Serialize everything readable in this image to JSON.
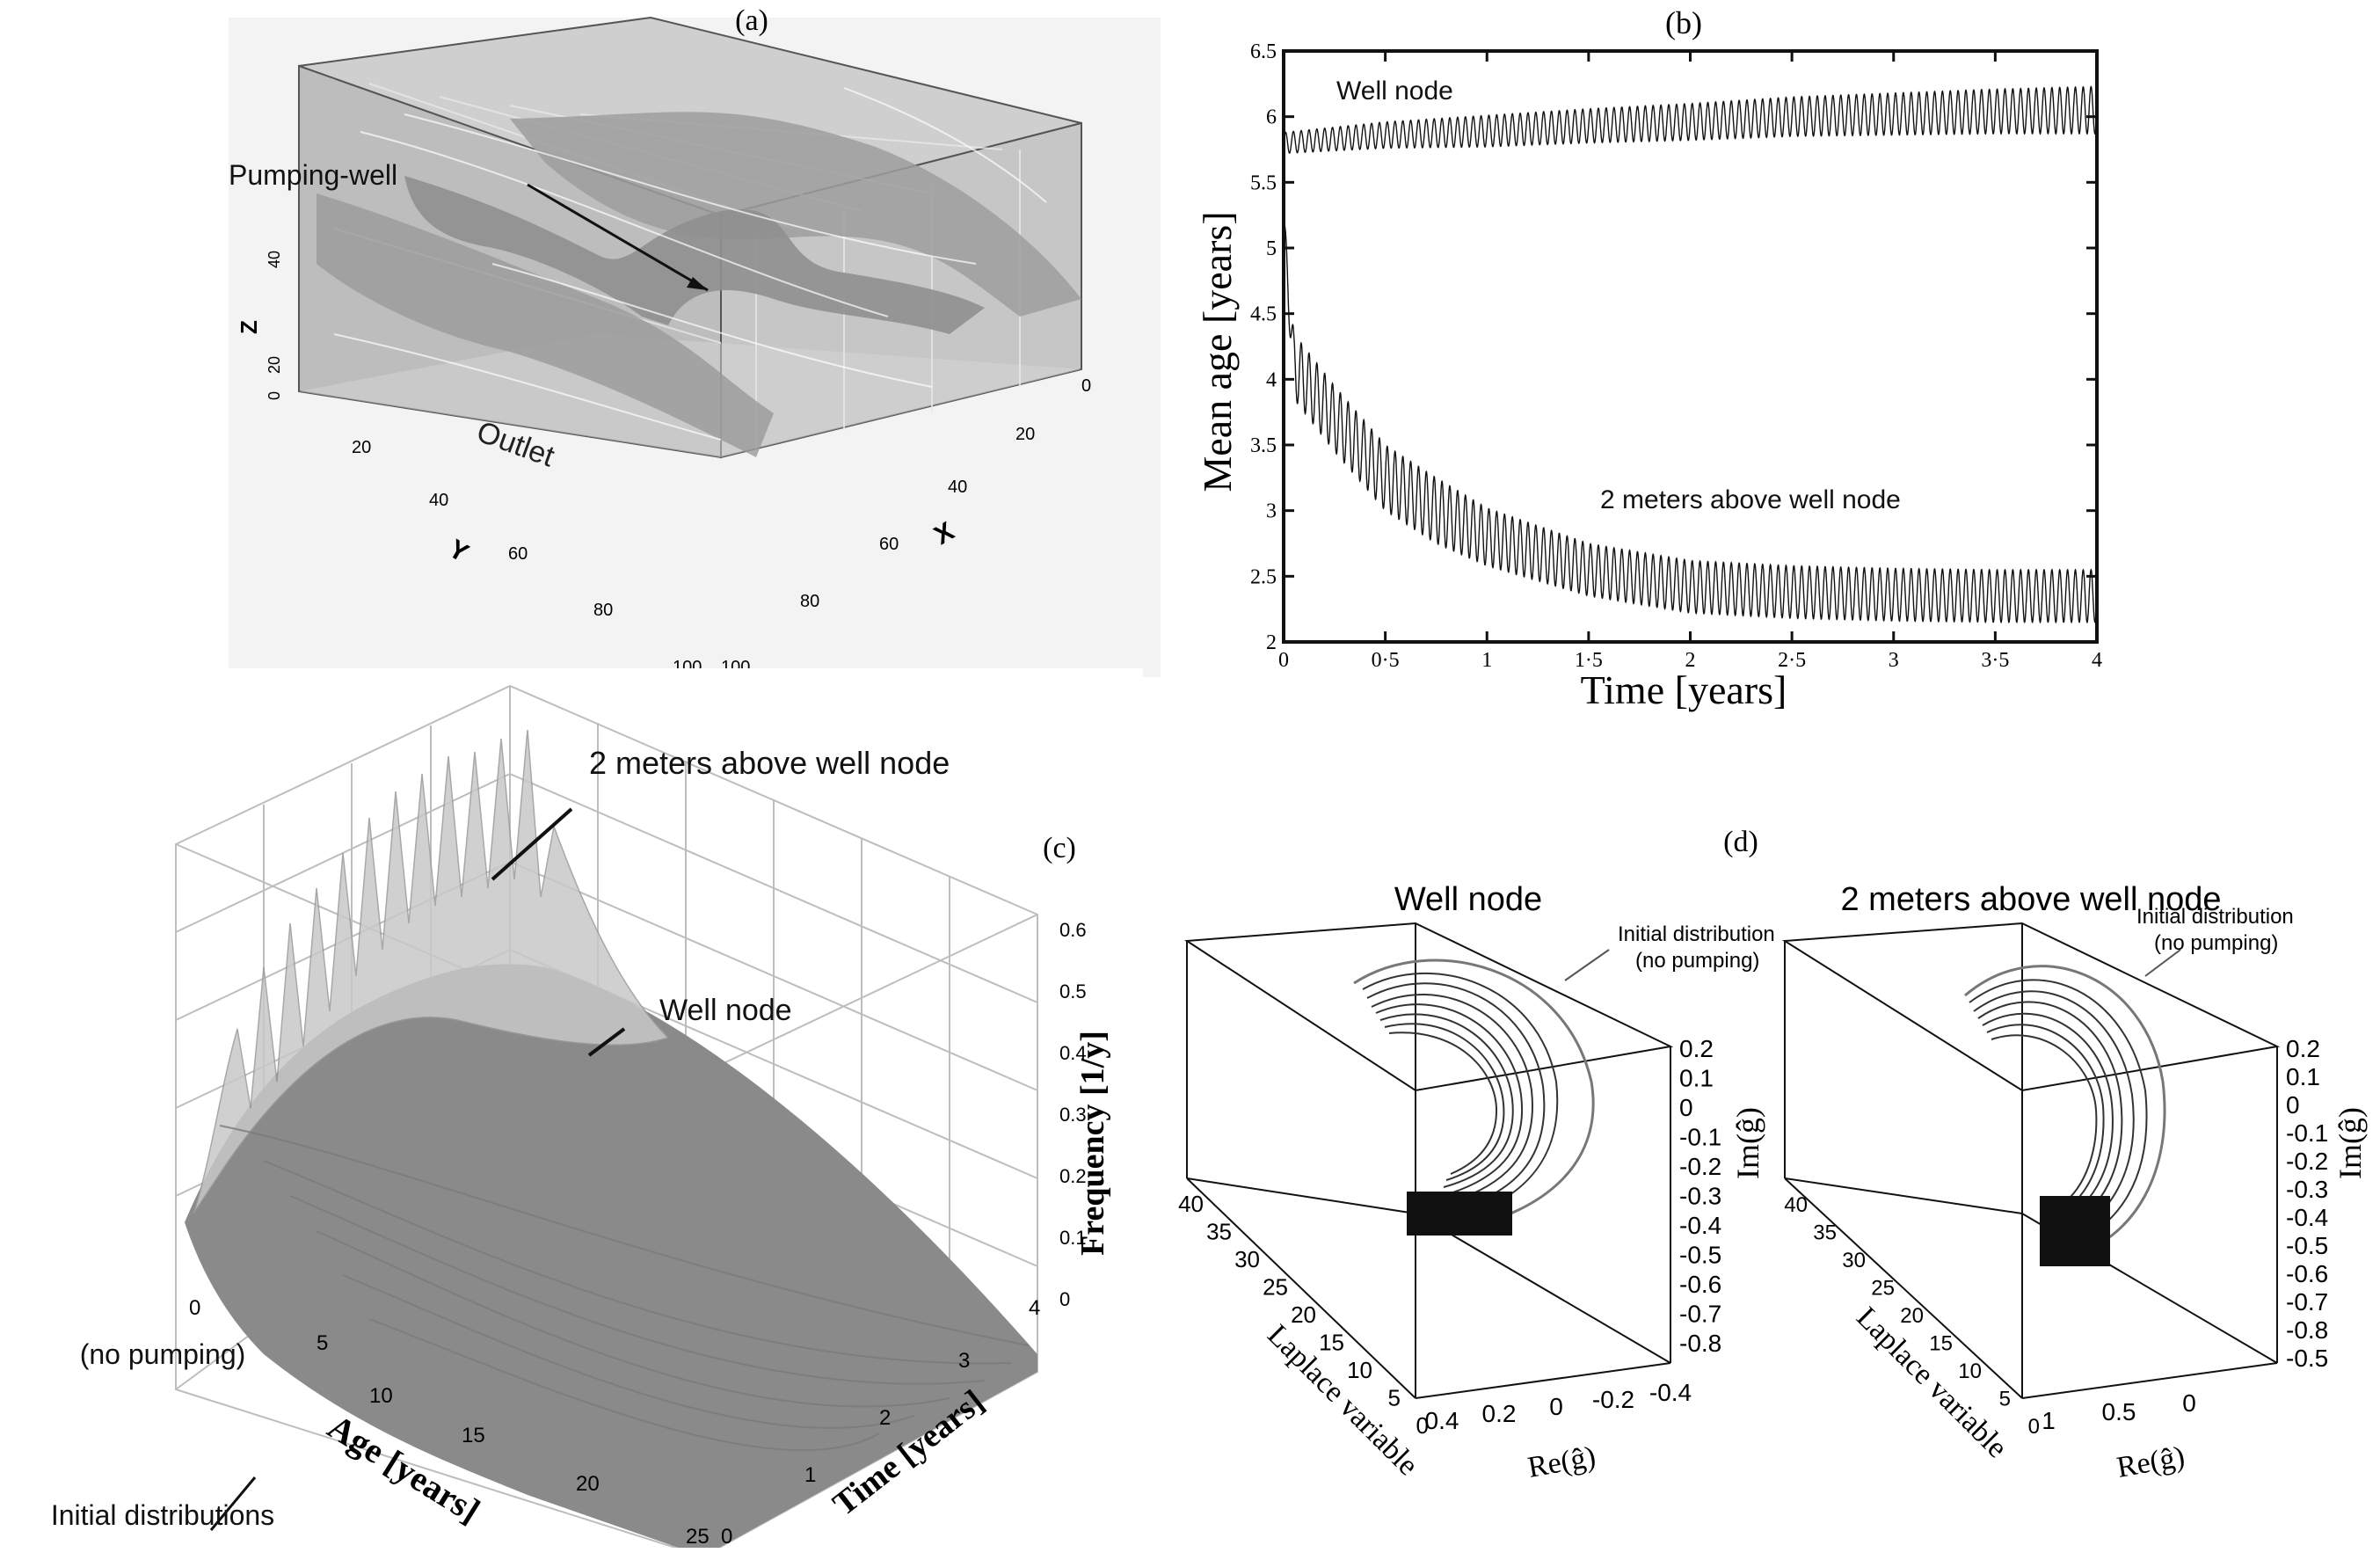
{
  "panel_a": {
    "letter": "(a)",
    "pump_label": "Pumping-well",
    "outlet_label": "Outlet",
    "z_label": "Z",
    "y_label": "Y",
    "x_label": "X",
    "z_ticks": [
      "0",
      "20",
      "40"
    ],
    "y_ticks": [
      "20",
      "40",
      "60",
      "80",
      "100"
    ],
    "x_ticks": [
      "0",
      "20",
      "40",
      "60",
      "80",
      "100"
    ]
  },
  "panel_b": {
    "letter": "(b)",
    "chart_data": {
      "type": "line",
      "xlabel": "Time [years]",
      "ylabel": "Mean age [years]",
      "xlim": [
        0,
        4
      ],
      "ylim": [
        2,
        6.5
      ],
      "x_ticks": [
        "0",
        "0·5",
        "1",
        "1·5",
        "2",
        "2·5",
        "3",
        "3·5",
        "4"
      ],
      "y_ticks": [
        "2",
        "2.5",
        "3",
        "3.5",
        "4",
        "4.5",
        "5",
        "5.5",
        "6",
        "6.5"
      ],
      "series": [
        {
          "name": "Well node",
          "x": [
            0,
            0.5,
            1,
            1.5,
            2,
            2.5,
            3,
            3.5,
            4
          ],
          "center": [
            5.8,
            5.86,
            5.89,
            5.93,
            5.96,
            6.0,
            6.02,
            6.04,
            6.05
          ],
          "amplitude": [
            0.08,
            0.1,
            0.12,
            0.13,
            0.14,
            0.15,
            0.16,
            0.17,
            0.18
          ]
        },
        {
          "name": "2 meters above well node",
          "x": [
            0,
            0.05,
            0.25,
            0.5,
            0.75,
            1,
            1.5,
            2,
            2.5,
            3,
            3.5,
            4
          ],
          "center": [
            5.2,
            4.1,
            3.7,
            3.25,
            3.0,
            2.8,
            2.55,
            2.42,
            2.38,
            2.36,
            2.35,
            2.35
          ],
          "amplitude": [
            0.1,
            0.25,
            0.25,
            0.25,
            0.25,
            0.22,
            0.2,
            0.2,
            0.2,
            0.2,
            0.2,
            0.2
          ]
        }
      ]
    }
  },
  "panel_c": {
    "letter": "(c)",
    "label_above": "2 meters above well node",
    "label_well": "Well node",
    "label_initial": [
      "Initial distributions",
      "(no pumping)"
    ],
    "age_label": "Age [years]",
    "time_label": "Time [years]",
    "freq_label": "Frequency [1/y]",
    "age_ticks": [
      "0",
      "5",
      "10",
      "15",
      "20",
      "25"
    ],
    "time_ticks": [
      "0",
      "1",
      "2",
      "3",
      "4"
    ],
    "freq_ticks": [
      "0",
      "0.1",
      "0.2",
      "0.3",
      "0.4",
      "0.5",
      "0.6"
    ]
  },
  "panel_d": {
    "letter": "(d)",
    "left": {
      "title": "Well node",
      "note": [
        "Initial distribution",
        "(no pumping)"
      ],
      "laplace_label": "Laplace variable",
      "re_label": "Re(ĝ)",
      "im_label": "Im(ĝ)",
      "laplace_ticks": [
        "0",
        "5",
        "10",
        "15",
        "20",
        "25",
        "30",
        "35",
        "40"
      ],
      "re_ticks": [
        "0.4",
        "0.2",
        "0",
        "-0.2",
        "-0.4"
      ],
      "im_ticks": [
        "0.2",
        "0.1",
        "0",
        "-0.1",
        "-0.2",
        "-0.3",
        "-0.4",
        "-0.5",
        "-0.6",
        "-0.7",
        "-0.8"
      ]
    },
    "right": {
      "title": "2 meters above well node",
      "note": [
        "Initial distribution",
        "(no pumping)"
      ],
      "laplace_label": "Laplace variable",
      "re_label": "Re(ĝ)",
      "im_label": "Im(ĝ)",
      "laplace_ticks": [
        "0",
        "5",
        "10",
        "15",
        "20",
        "25",
        "30",
        "35",
        "40"
      ],
      "re_ticks": [
        "1",
        "0.5",
        "0"
      ],
      "im_ticks": [
        "0.2",
        "0.1",
        "0",
        "-0.1",
        "-0.2",
        "-0.3",
        "-0.4",
        "-0.5",
        "-0.6",
        "-0.7",
        "-0.8",
        "-0.5"
      ]
    }
  }
}
